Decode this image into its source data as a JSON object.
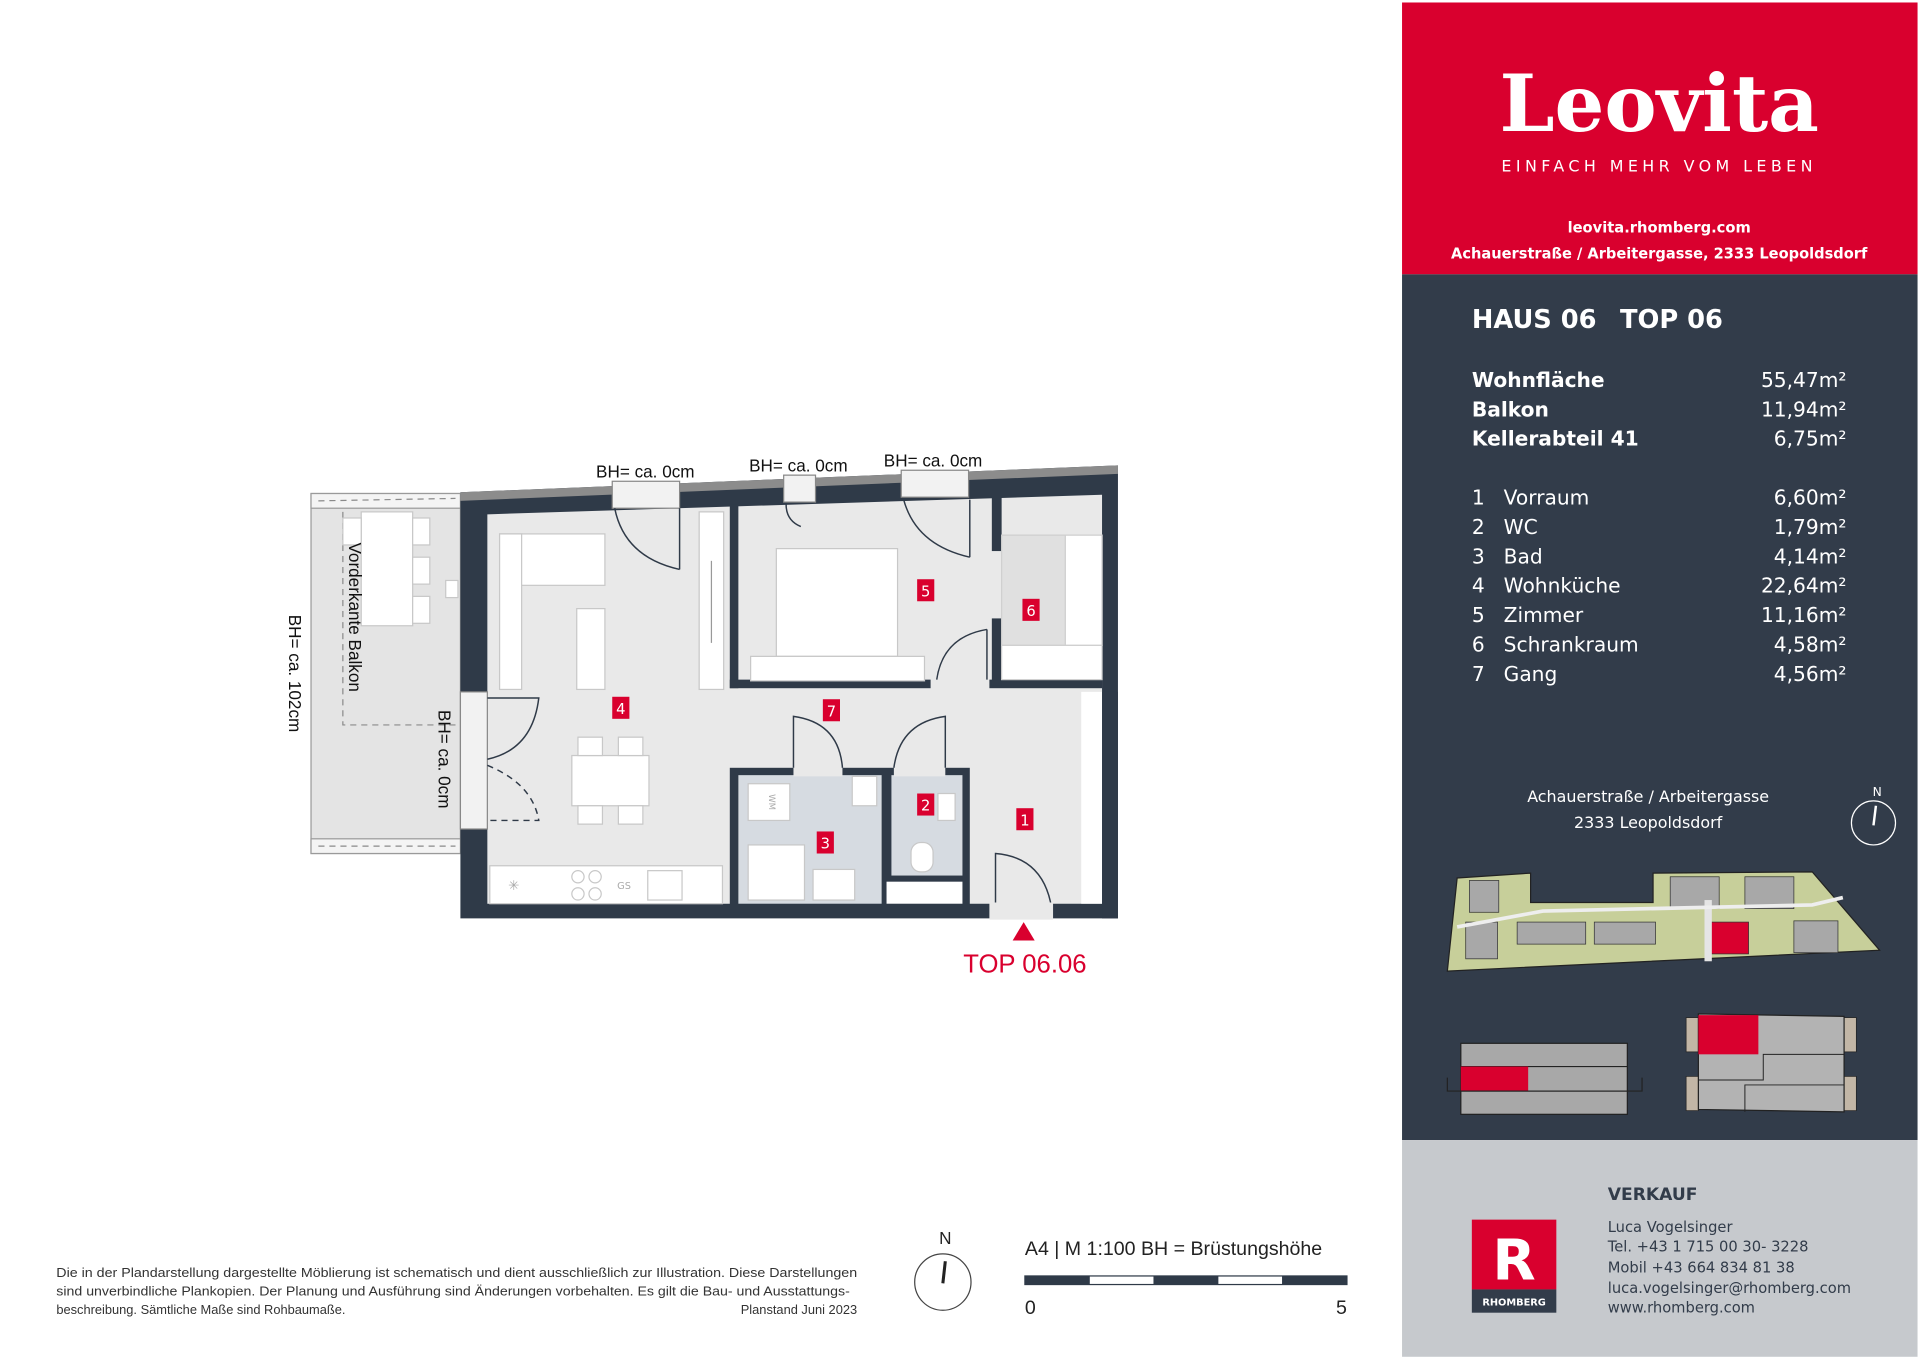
{
  "brand": {
    "logo_text": "Leovita",
    "tagline": "EINFACH MEHR VOM LEBEN",
    "website": "leovita.rhomberg.com",
    "address": "Achauerstraße / Arbeitergasse, 2333 Leopoldsdorf",
    "accent_color": "#d9002e",
    "panel_color": "#323c4a"
  },
  "unit": {
    "title_haus": "HAUS 06",
    "title_top": "TOP 06",
    "summary": [
      {
        "label": "Wohnfläche",
        "value": "55,47m²"
      },
      {
        "label": "Balkon",
        "value": "11,94m²"
      },
      {
        "label": "Kellerabteil 41",
        "value": "6,75m²"
      }
    ],
    "rooms": [
      {
        "no": "1",
        "name": "Vorraum",
        "value": "6,60m²"
      },
      {
        "no": "2",
        "name": "WC",
        "value": "1,79m²"
      },
      {
        "no": "3",
        "name": "Bad",
        "value": "4,14m²"
      },
      {
        "no": "4",
        "name": "Wohnküche",
        "value": "22,64m²"
      },
      {
        "no": "5",
        "name": "Zimmer",
        "value": "11,16m²"
      },
      {
        "no": "6",
        "name": "Schrankraum",
        "value": "4,58m²"
      },
      {
        "no": "7",
        "name": "Gang",
        "value": "4,56m²"
      }
    ]
  },
  "site": {
    "address_line1": "Achauerstraße / Arbeitergasse",
    "address_line2": "2333 Leopoldsdorf",
    "north_label": "N"
  },
  "sales": {
    "heading": "VERKAUF",
    "logo_text": "RHOMBERG",
    "logo_letter": "R",
    "lines": [
      "Luca Vogelsinger",
      "Tel. +43 1 715 00 30- 3228",
      "Mobil +43 664 834 81 38",
      "luca.vogelsinger@rhomberg.com",
      "www.rhomberg.com"
    ]
  },
  "plan": {
    "window_labels": [
      "BH= ca. 0cm",
      "BH= ca. 0cm",
      "BH= ca. 0cm"
    ],
    "balcony_door_label": "BH= ca. 0cm",
    "balcony_edge_label": "Vorderkante Balkon",
    "balcony_rail_label": "BH= ca. 102cm",
    "entrance_label": "TOP 06.06",
    "appliance_wm": "WM",
    "appliance_gs": "GS",
    "room_numbers": [
      "1",
      "2",
      "3",
      "4",
      "5",
      "6",
      "7"
    ]
  },
  "footer": {
    "disclaimer": [
      "Die in der Plandarstellung dargestellte Möblierung ist schematisch und dient ausschließlich zur Illustration. Diese Darstellungen",
      "sind unverbindliche Plankopien. Der Planung und Ausführung sind Änderungen vorbehalten. Es gilt die Bau- und Ausstattungs-",
      "beschreibung. Sämtliche Maße sind Rohbaumaße."
    ],
    "plan_date": "Planstand Juni 2023",
    "north_label": "N",
    "scale_text": "A4 | M 1:100   BH = Brüstungshöhe",
    "scale_start": "0",
    "scale_end": "5"
  }
}
